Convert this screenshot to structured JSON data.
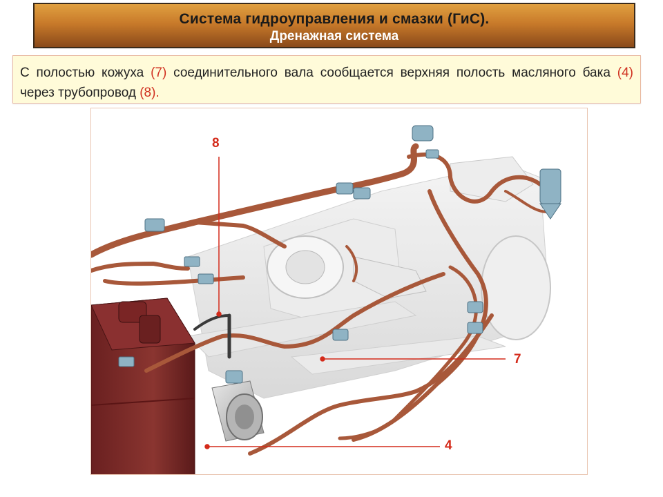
{
  "header": {
    "title": "Система гидроуправления и смазки (ГиС).",
    "subtitle": "Дренажная система"
  },
  "description": {
    "parts": [
      {
        "text": "С полостью кожуха ",
        "highlight": false
      },
      {
        "text": "(7)",
        "highlight": true
      },
      {
        "text": " соединительного вала сообщается верхняя полость масляного бака ",
        "highlight": false
      },
      {
        "text": "(4)",
        "highlight": true
      },
      {
        "text": " через трубопровод ",
        "highlight": false
      },
      {
        "text": "(8).",
        "highlight": true
      }
    ]
  },
  "figure": {
    "callouts": {
      "pipe": "8",
      "shaft_casing": "7",
      "oil_tank": "4"
    }
  },
  "colors": {
    "accent_red": "#d42a1a",
    "pipe_copper": "#a8583a",
    "tank_maroon": "#7a2a28",
    "fitting_blue": "#8fb3c4"
  }
}
